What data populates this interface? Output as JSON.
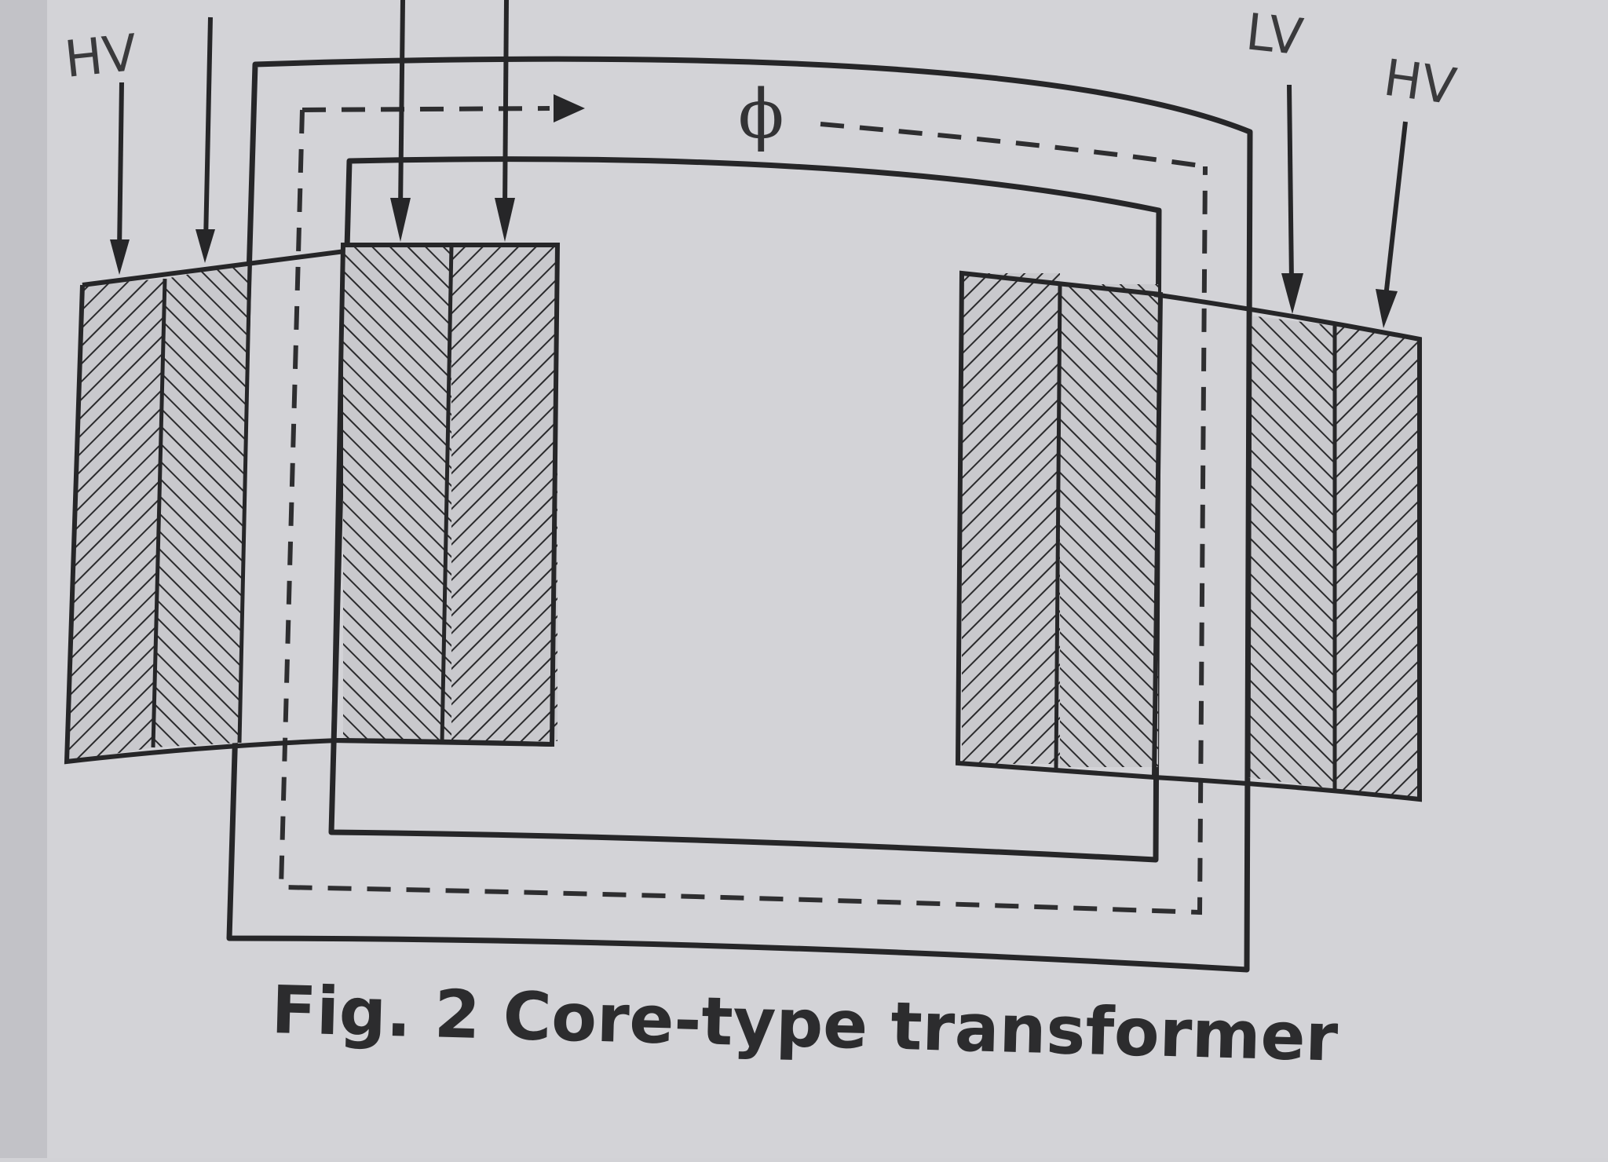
{
  "diagram": {
    "labels": {
      "hv_left": "HV",
      "lv_right": "LV",
      "hv_right": "HV",
      "flux": "ϕ"
    },
    "caption": "Fig. 2 Core-type transformer"
  }
}
